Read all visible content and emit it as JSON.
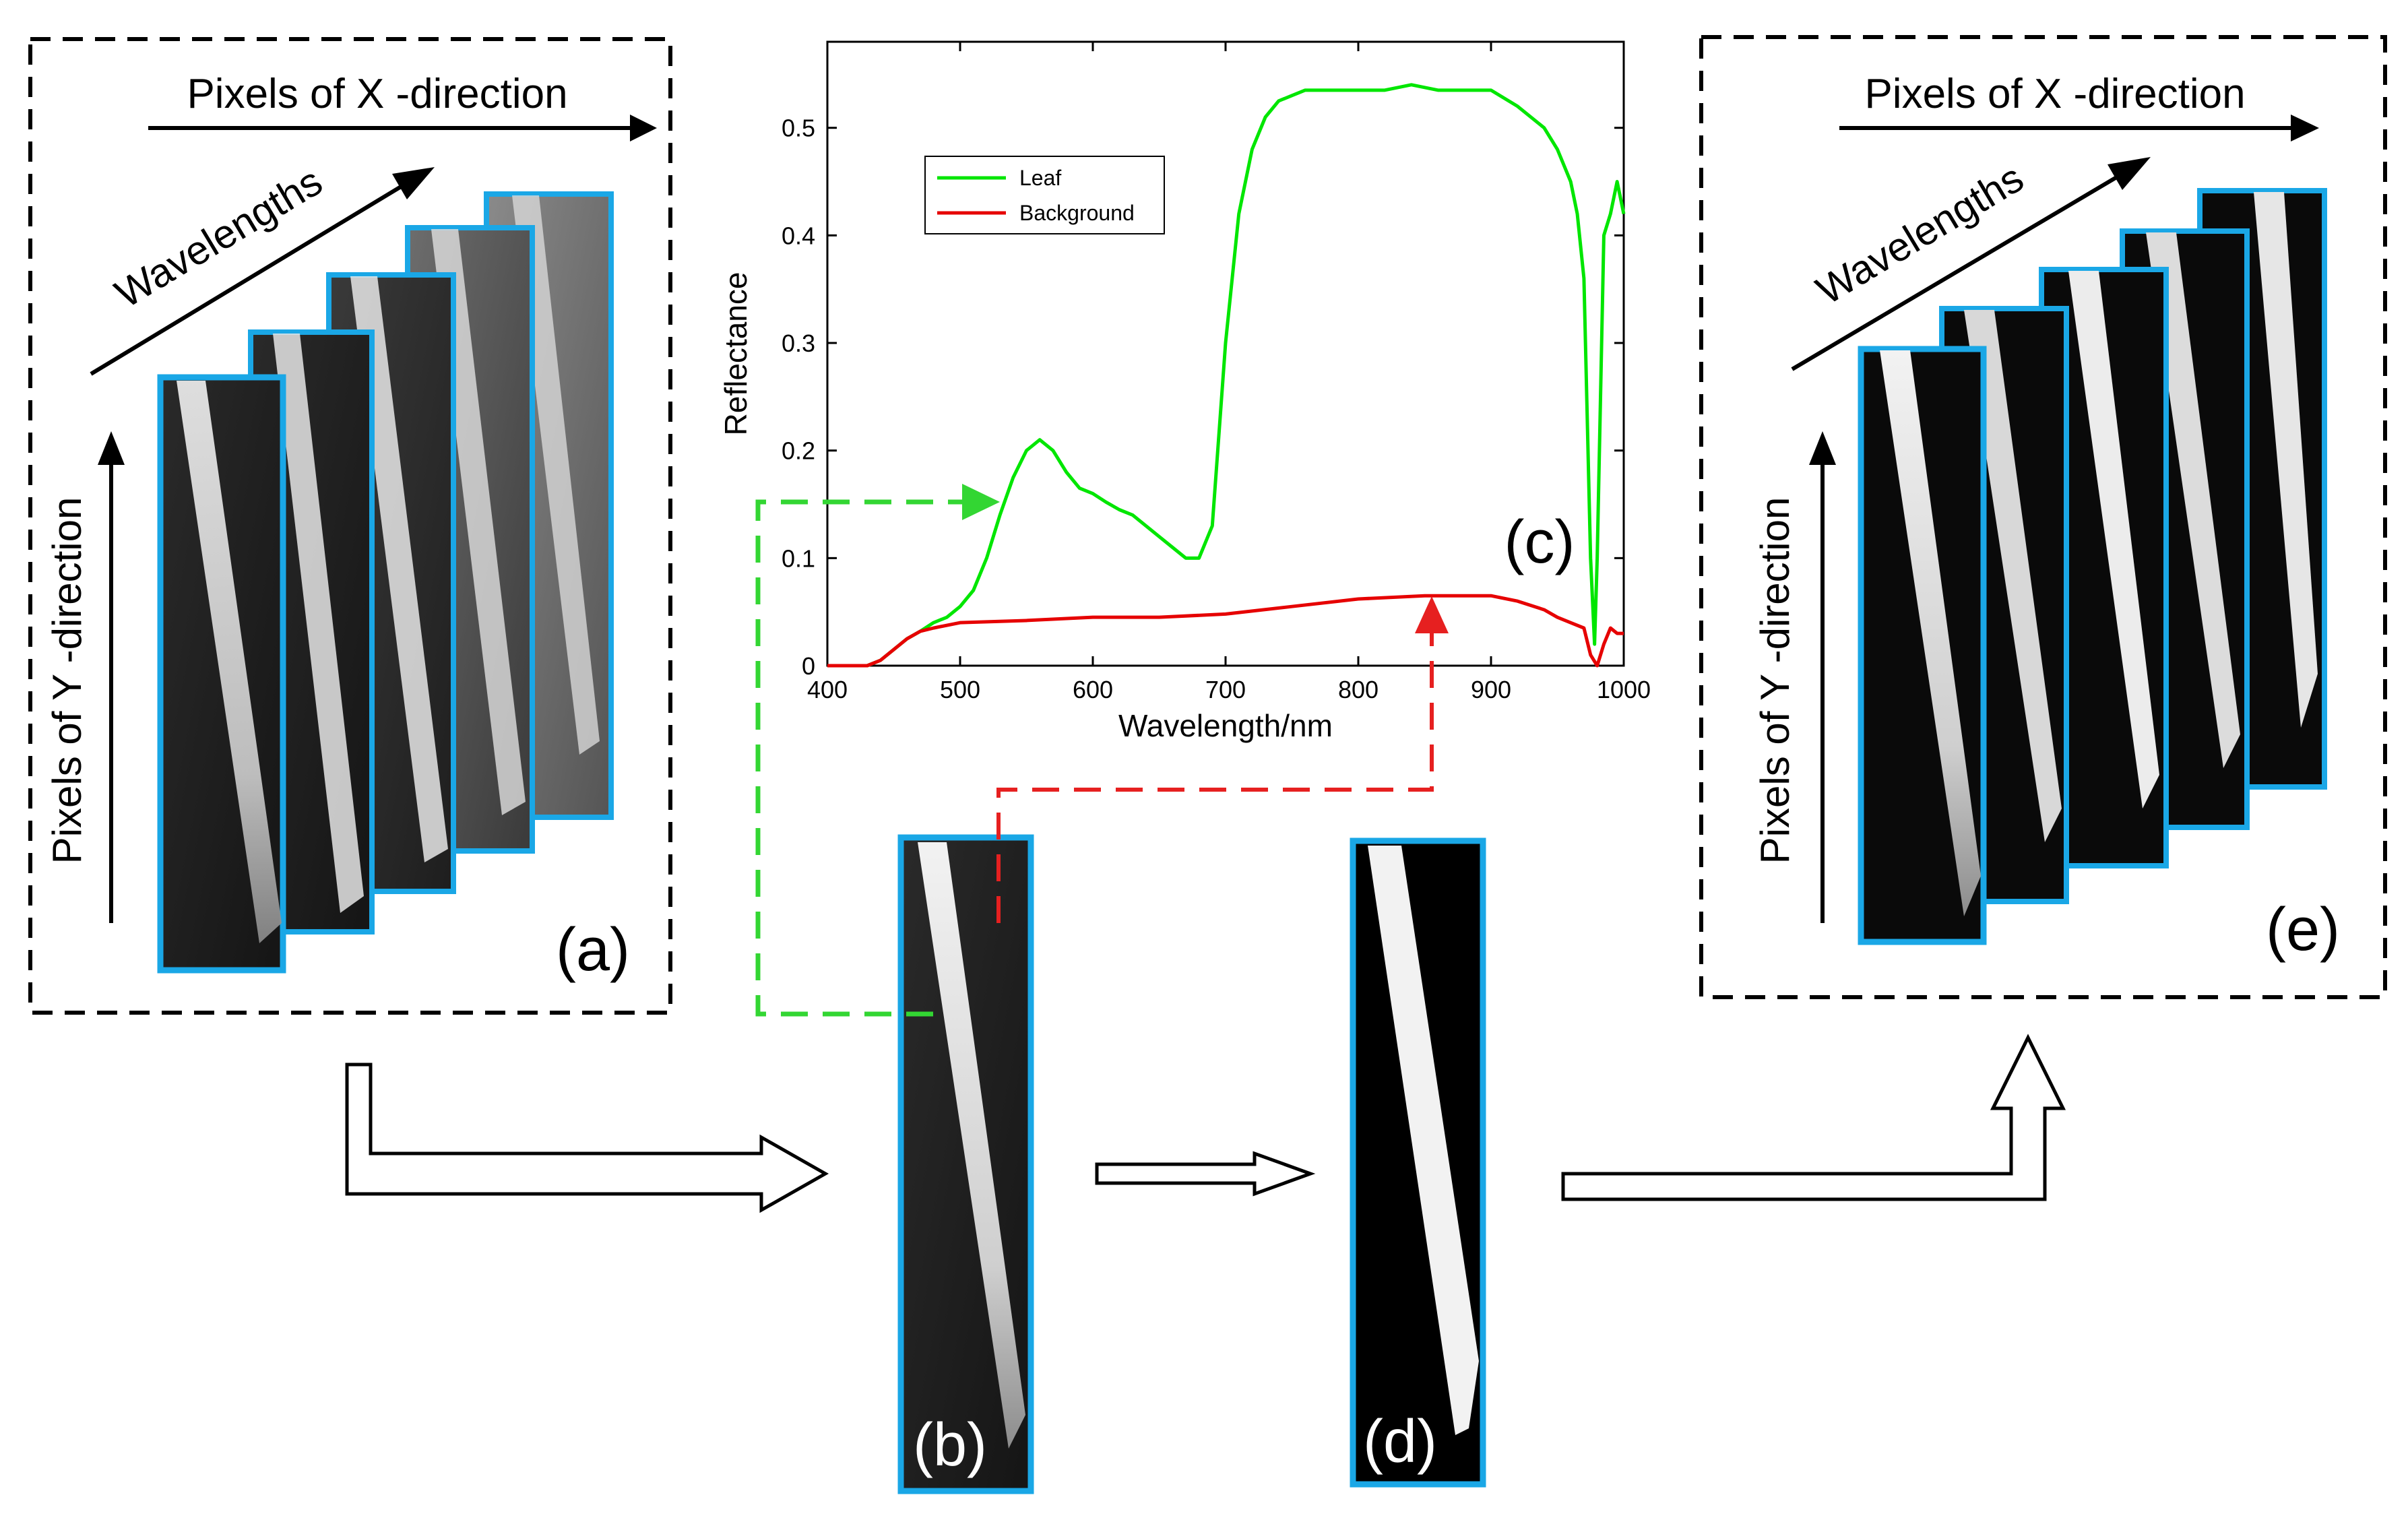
{
  "panel_a": {
    "x_axis_label": "Pixels of X -direction",
    "wavelength_label": "Wavelengths",
    "y_axis_label": "Pixels of Y -direction",
    "panel_label": "(a)"
  },
  "panel_b": {
    "panel_label": "(b)"
  },
  "panel_c": {
    "panel_label": "(c)"
  },
  "panel_d": {
    "panel_label": "(d)"
  },
  "panel_e": {
    "x_axis_label": "Pixels of X -direction",
    "wavelength_label": "Wavelengths",
    "y_axis_label": "Pixels of Y -direction",
    "panel_label": "(e)"
  },
  "colors": {
    "frame_border": "#1aa7e6",
    "leaf_series": "#00e600",
    "background_series": "#e60000",
    "dashed_box": "#000000"
  },
  "chart_data": {
    "type": "line",
    "xlabel": "Wavelength/nm",
    "ylabel": "Reflectance",
    "xlim": [
      400,
      1000
    ],
    "ylim": [
      0,
      0.58
    ],
    "xticks": [
      400,
      500,
      600,
      700,
      800,
      900,
      1000
    ],
    "yticks": [
      0,
      0.1,
      0.2,
      0.3,
      0.4,
      0.5
    ],
    "legend_position": "top-left",
    "grid": false,
    "series": [
      {
        "name": "Leaf",
        "color": "#00e600",
        "x": [
          400,
          430,
          440,
          450,
          460,
          470,
          480,
          490,
          500,
          510,
          520,
          530,
          540,
          550,
          560,
          570,
          580,
          590,
          600,
          610,
          620,
          630,
          640,
          650,
          660,
          670,
          680,
          690,
          700,
          710,
          720,
          730,
          740,
          750,
          760,
          780,
          800,
          820,
          840,
          860,
          880,
          900,
          920,
          940,
          950,
          960,
          965,
          970,
          975,
          978,
          980,
          985,
          990,
          995,
          1000
        ],
        "y": [
          0,
          0,
          0.005,
          0.015,
          0.025,
          0.032,
          0.04,
          0.045,
          0.055,
          0.07,
          0.1,
          0.14,
          0.175,
          0.2,
          0.21,
          0.2,
          0.18,
          0.165,
          0.16,
          0.152,
          0.145,
          0.14,
          0.13,
          0.12,
          0.11,
          0.1,
          0.1,
          0.13,
          0.3,
          0.42,
          0.48,
          0.51,
          0.525,
          0.53,
          0.535,
          0.535,
          0.535,
          0.535,
          0.54,
          0.535,
          0.535,
          0.535,
          0.52,
          0.5,
          0.48,
          0.45,
          0.42,
          0.36,
          0.1,
          0.02,
          0.1,
          0.4,
          0.42,
          0.45,
          0.42
        ]
      },
      {
        "name": "Background",
        "color": "#e60000",
        "x": [
          400,
          430,
          440,
          450,
          460,
          470,
          480,
          500,
          550,
          600,
          650,
          700,
          750,
          800,
          850,
          900,
          920,
          940,
          950,
          960,
          970,
          975,
          980,
          985,
          990,
          995,
          1000
        ],
        "y": [
          0,
          0,
          0.005,
          0.015,
          0.025,
          0.032,
          0.035,
          0.04,
          0.042,
          0.045,
          0.045,
          0.048,
          0.055,
          0.062,
          0.065,
          0.065,
          0.06,
          0.052,
          0.045,
          0.04,
          0.035,
          0.01,
          0.0,
          0.02,
          0.035,
          0.03,
          0.03
        ]
      }
    ]
  }
}
